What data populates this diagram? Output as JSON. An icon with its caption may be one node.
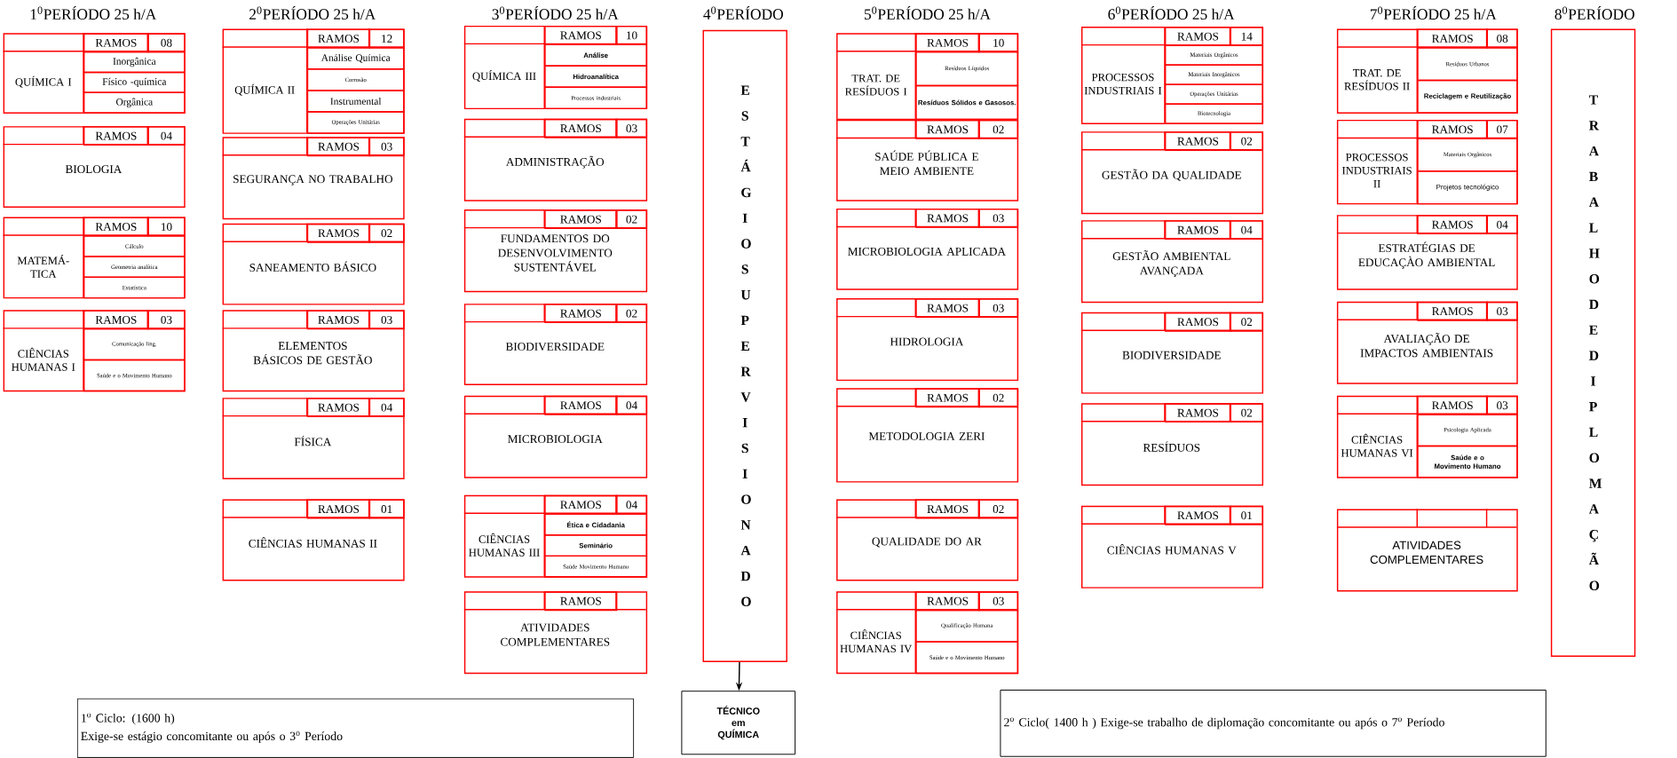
{
  "diagram": {
    "nodes": [
      {
        "text": [
          "QUÍMICA I"
        ]
      },
      {
        "text": [
          "RAMOS"
        ],
        "in": 0
      },
      {
        "text": [
          "08"
        ],
        "in": 0
      },
      {
        "text": [
          "Inorgânica"
        ],
        "in": 0
      },
      {
        "text": [
          "Físico -química"
        ],
        "in": 0
      },
      {
        "text": [
          "Orgânica"
        ],
        "in": 0
      },
      {
        "text": [
          "BIOLOGIA"
        ]
      },
      {
        "text": [
          "RAMOS"
        ],
        "in": 6
      },
      {
        "text": [
          "04"
        ],
        "in": 6
      },
      {
        "text": [
          "MATEMÁ-TICA"
        ]
      },
      {
        "text": [
          "RAMOS"
        ],
        "in": 9
      },
      {
        "text": [
          "10"
        ],
        "in": 9
      },
      {
        "text": [
          "Cálculo"
        ],
        "in": 9
      },
      {
        "text": [
          "Geometria analítica"
        ],
        "in": 9
      },
      {
        "text": [
          "Estatística"
        ],
        "in": 9
      },
      {
        "text": [
          "CIÊNCIAS HUMANAS I"
        ]
      },
      {
        "text": [
          "RAMOS"
        ],
        "in": 15
      },
      {
        "text": [
          "03"
        ],
        "in": 15
      },
      {
        "text": [
          "Comunicação ling."
        ],
        "in": 15
      },
      {
        "text": [
          "Saúde e o Movimento Humano"
        ],
        "in": 15
      },
      {
        "text": [
          "QUÍMICA II"
        ]
      },
      {
        "text": [
          "RAMOS"
        ],
        "in": 20
      },
      {
        "text": [
          "12"
        ],
        "in": 20
      },
      {
        "text": [
          "Análise Química"
        ],
        "in": 20
      },
      {
        "text": [
          "Corrosão"
        ],
        "in": 20
      },
      {
        "text": [
          "Instrumental"
        ],
        "in": 20
      },
      {
        "text": [
          "Operações Unitárias"
        ],
        "in": 20
      },
      {
        "text": [
          "SEGURANÇA NO TRABALHO"
        ]
      },
      {
        "text": [
          "RAMOS"
        ],
        "in": 27
      },
      {
        "text": [
          "03"
        ],
        "in": 27
      },
      {
        "text": [
          "SANEAMENTO BÁSICO"
        ]
      },
      {
        "text": [
          "RAMOS"
        ],
        "in": 30
      },
      {
        "text": [
          "02"
        ],
        "in": 30
      },
      {
        "text": [
          "ELEMENTOS BÁSICOS DE GESTÃO"
        ]
      },
      {
        "text": [
          "RAMOS"
        ],
        "in": 33
      },
      {
        "text": [
          "03"
        ],
        "in": 33
      },
      {
        "text": [
          "FÍSICA"
        ]
      },
      {
        "text": [
          "RAMOS"
        ],
        "in": 36
      },
      {
        "text": [
          "04"
        ],
        "in": 36
      },
      {
        "text": [
          "CIÊNCIAS HUMANAS II"
        ]
      },
      {
        "text": [
          "RAMOS"
        ],
        "in": 39
      },
      {
        "text": [
          "01"
        ],
        "in": 39
      },
      {
        "text": [
          "QUÍMICA III"
        ]
      },
      {
        "text": [
          "RAMOS"
        ],
        "in": 42
      },
      {
        "text": [
          "10"
        ],
        "in": 42
      },
      {
        "text": [
          "Análise"
        ],
        "in": 42
      },
      {
        "text": [
          "Hidroanalítica"
        ],
        "in": 42
      },
      {
        "text": [
          "Processos industriais"
        ],
        "in": 42
      },
      {
        "text": [
          "ADMINISTRAÇÃO"
        ]
      },
      {
        "text": [
          "RAMOS"
        ],
        "in": 48
      },
      {
        "text": [
          "03"
        ],
        "in": 48
      },
      {
        "text": [
          "FUNDAMENTOS DO DESENVOLVIMENTO SUSTENTÁVEL"
        ]
      },
      {
        "text": [
          "RAMOS"
        ],
        "in": 51
      },
      {
        "text": [
          "02"
        ],
        "in": 51
      },
      {
        "text": [
          "BIODIVERSIDADE"
        ]
      },
      {
        "text": [
          "RAMOS"
        ],
        "in": 54
      },
      {
        "text": [
          "02"
        ],
        "in": 54
      },
      {
        "text": [
          "MICROBIOLOGIA"
        ]
      },
      {
        "text": [
          "RAMOS"
        ],
        "in": 57
      },
      {
        "text": [
          "04"
        ],
        "in": 57
      },
      {
        "text": [
          "CIÊNCIAS HUMANAS III"
        ]
      },
      {
        "text": [
          "RAMOS"
        ],
        "in": 60
      },
      {
        "text": [
          "04"
        ],
        "in": 60
      },
      {
        "text": [
          "Ética e Cidadania"
        ],
        "in": 60
      },
      {
        "text": [
          "Seminário"
        ],
        "in": 60
      },
      {
        "text": [
          "Saúde Movimento Humano"
        ],
        "in": 60
      },
      {
        "text": [
          "ATIVIDADES COMPLEMENTARES"
        ]
      },
      {
        "text": [
          "RAMOS"
        ],
        "in": 66
      },
      {
        "text": [
          "ESTÁGIO SUPERVISIONADO"
        ]
      },
      {
        "text": [
          "TÉCNICO em QUÍMICA"
        ]
      },
      {
        "text": [
          "TRAT. DE RESÍDUOS I"
        ]
      },
      {
        "text": [
          "RAMOS"
        ],
        "in": 70
      },
      {
        "text": [
          "10"
        ],
        "in": 70
      },
      {
        "text": [
          "Resíduos Líquidos"
        ],
        "in": 70
      },
      {
        "text": [
          "Resíduos Sólidos e Gasosos."
        ],
        "in": 70
      },
      {
        "text": [
          "SAÚDE PÚBLICA E MEIO AMBIENTE"
        ]
      },
      {
        "text": [
          "RAMOS"
        ],
        "in": 75
      },
      {
        "text": [
          "02"
        ],
        "in": 75
      },
      {
        "text": [
          "MICROBIOLOGIA APLICADA"
        ]
      },
      {
        "text": [
          "RAMOS"
        ],
        "in": 78
      },
      {
        "text": [
          "03"
        ],
        "in": 78
      },
      {
        "text": [
          "HIDROLOGIA"
        ]
      },
      {
        "text": [
          "RAMOS"
        ],
        "in": 81
      },
      {
        "text": [
          "03"
        ],
        "in": 81
      },
      {
        "text": [
          "METODOLOGIA ZERI"
        ]
      },
      {
        "text": [
          "RAMOS"
        ],
        "in": 84
      },
      {
        "text": [
          "02"
        ],
        "in": 84
      },
      {
        "text": [
          "QUALIDADE DO AR"
        ]
      },
      {
        "text": [
          "RAMOS"
        ],
        "in": 87
      },
      {
        "text": [
          "02"
        ],
        "in": 87
      },
      {
        "text": [
          "CIÊNCIAS HUMANAS IV"
        ]
      },
      {
        "text": [
          "RAMOS"
        ],
        "in": 90
      },
      {
        "text": [
          "03"
        ],
        "in": 90
      },
      {
        "text": [
          "Qualificação Humana"
        ],
        "in": 90
      },
      {
        "text": [
          "Saúde e o Movimento Humano"
        ],
        "in": 90
      },
      {
        "text": [
          "PROCESSOS INDUSTRIAIS I"
        ]
      },
      {
        "text": [
          "RAMOS"
        ],
        "in": 95
      },
      {
        "text": [
          "14"
        ],
        "in": 95
      },
      {
        "text": [
          "Materiais Orgânicos"
        ],
        "in": 95
      },
      {
        "text": [
          "Materiais Inorgânicos"
        ],
        "in": 95
      },
      {
        "text": [
          "Operações Unitárias"
        ],
        "in": 95
      },
      {
        "text": [
          "Biotecnologia"
        ],
        "in": 95
      },
      {
        "text": [
          "GESTÃO DA QUALIDADE"
        ]
      },
      {
        "text": [
          "RAMOS"
        ],
        "in": 102
      },
      {
        "text": [
          "02"
        ],
        "in": 102
      },
      {
        "text": [
          "GESTÃO AMBIENTAL AVANÇADA"
        ]
      },
      {
        "text": [
          "RAMOS"
        ],
        "in": 105
      },
      {
        "text": [
          "04"
        ],
        "in": 105
      },
      {
        "text": [
          "BIODIVERSIDADE"
        ]
      },
      {
        "text": [
          "RAMOS"
        ],
        "in": 108
      },
      {
        "text": [
          "02"
        ],
        "in": 108
      },
      {
        "text": [
          "RESÍDUOS"
        ]
      },
      {
        "text": [
          "RAMOS"
        ],
        "in": 111
      },
      {
        "text": [
          "02"
        ],
        "in": 111
      },
      {
        "text": [
          "CIÊNCIAS HUMANAS V"
        ]
      },
      {
        "text": [
          "RAMOS"
        ],
        "in": 114
      },
      {
        "text": [
          "01"
        ],
        "in": 114
      },
      {
        "text": [
          "TRAT. DE RESÍDUOS II"
        ]
      },
      {
        "text": [
          "RAMOS"
        ],
        "in": 117
      },
      {
        "text": [
          "08"
        ],
        "in": 117
      },
      {
        "text": [
          "Resíduos Urbanos"
        ],
        "in": 117
      },
      {
        "text": [
          "Reciclagem e Reutilização"
        ],
        "in": 117
      },
      {
        "text": [
          "PROCESSOS INDUSTRIAIS II"
        ]
      },
      {
        "text": [
          "RAMOS"
        ],
        "in": 122
      },
      {
        "text": [
          "07"
        ],
        "in": 122
      },
      {
        "text": [
          "Materiais Orgânicos"
        ],
        "in": 122
      },
      {
        "text": [
          "Projetos tecnológico"
        ],
        "in": 122
      },
      {
        "text": [
          "ESTRATÉGIAS DE EDUCAÇÀO AMBIENTAL"
        ]
      },
      {
        "text": [
          "RAMOS"
        ],
        "in": 127
      },
      {
        "text": [
          "04"
        ],
        "in": 127
      },
      {
        "text": [
          "AVALIAÇÃO DE IMPACTOS AMBIENTAIS"
        ]
      },
      {
        "text": [
          "RAMOS"
        ],
        "in": 130
      },
      {
        "text": [
          "03"
        ],
        "in": 130
      },
      {
        "text": [
          "CIÊNCIAS HUMANAS VI"
        ]
      },
      {
        "text": [
          "RAMOS"
        ],
        "in": 133
      },
      {
        "text": [
          "03"
        ],
        "in": 133
      },
      {
        "text": [
          "Psicologia Aplicada"
        ],
        "in": 133
      },
      {
        "text": [
          "Saúde e o Movimento Humano"
        ],
        "in": 133
      },
      {
        "text": [
          "ATIVIDADES COMPLEMENTARES"
        ]
      },
      {
        "text": [
          "TRABALHO DE DIPLOMAÇÃO"
        ]
      },
      {
        "text": [
          "1$^{o}$ Ciclo: (1600 h)",
          "Exige-se estágio concomitante ou após o 3$^{o}$ Período"
        ]
      },
      {
        "text": [
          "2$^{o}$ Ciclo( 1400 h ) Exige-se trabalho de diplomação concomitante ou após o 7$^{o}$ Período"
        ]
      }
    ],
    "edges": [
      {
        "from": 68,
        "to": 69,
        "arrow": "to"
      }
    ],
    "labels": [
      "1$^{0}$PERÍODO 25 h/A",
      "2$^{0}$PERÍODO 25 h/A",
      "3$^{0}$PERÍODO 25 h/A",
      "4$^{0}$PERÍODO",
      "5$^{0}$PERÍODO 25 h/A",
      "6$^{0}$PERÍODO 25 h/A",
      "7$^{0}$PERÍODO 25 h/A",
      "8$^{0}$PERÍODO"
    ]
  }
}
